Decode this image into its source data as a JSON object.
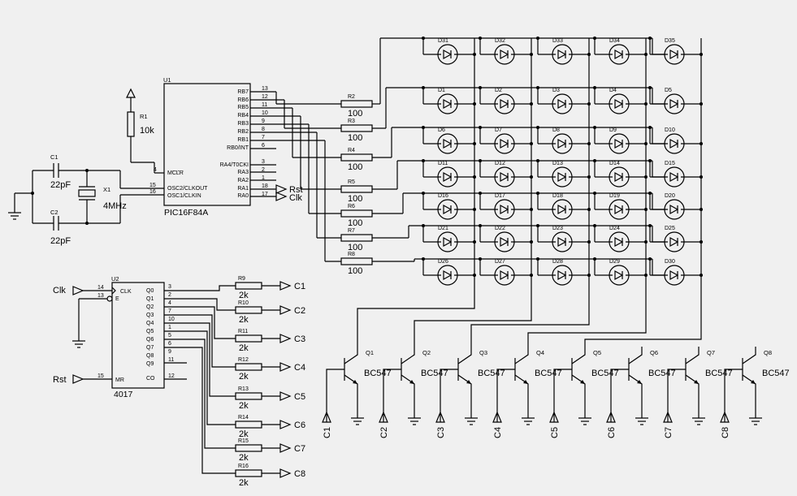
{
  "mcu": {
    "ref": "U1",
    "part": "PIC16F84A",
    "left_pins": [
      {
        "num": "4",
        "label": "MCLR"
      },
      {
        "num": "15",
        "label": "OSC2/CLKOUT"
      },
      {
        "num": "16",
        "label": "OSC1/CLKIN"
      }
    ],
    "right_pins": [
      {
        "num": "13",
        "label": "RB7"
      },
      {
        "num": "12",
        "label": "RB6"
      },
      {
        "num": "11",
        "label": "RB5"
      },
      {
        "num": "10",
        "label": "RB4"
      },
      {
        "num": "9",
        "label": "RB3"
      },
      {
        "num": "8",
        "label": "RB2"
      },
      {
        "num": "7",
        "label": "RB1"
      },
      {
        "num": "6",
        "label": "RB0/INT"
      },
      {
        "num": "3",
        "label": "RA4/T0CKI"
      },
      {
        "num": "2",
        "label": "RA3"
      },
      {
        "num": "1",
        "label": "RA2"
      },
      {
        "num": "18",
        "label": "RA1"
      },
      {
        "num": "17",
        "label": "RA0"
      }
    ],
    "outputs": [
      "Rst",
      "Clk"
    ]
  },
  "counter": {
    "ref": "U2",
    "part": "4017",
    "left_pins": [
      {
        "num": "14",
        "label": "CLK"
      },
      {
        "num": "13",
        "label": "E"
      },
      {
        "num": "15",
        "label": "MR"
      }
    ],
    "right_pins": [
      {
        "num": "3",
        "label": "Q0"
      },
      {
        "num": "2",
        "label": "Q1"
      },
      {
        "num": "4",
        "label": "Q2"
      },
      {
        "num": "7",
        "label": "Q3"
      },
      {
        "num": "10",
        "label": "Q4"
      },
      {
        "num": "1",
        "label": "Q5"
      },
      {
        "num": "5",
        "label": "Q6"
      },
      {
        "num": "6",
        "label": "Q7"
      },
      {
        "num": "9",
        "label": "Q8"
      },
      {
        "num": "11",
        "label": "Q9"
      },
      {
        "num": "12",
        "label": "CO"
      }
    ],
    "inputs": [
      "Clk",
      "Rst"
    ]
  },
  "r1": {
    "ref": "R1",
    "value": "10k"
  },
  "c1": {
    "ref": "C1",
    "value": "22pF"
  },
  "c2": {
    "ref": "C2",
    "value": "22pF"
  },
  "x1": {
    "ref": "X1",
    "value": "4MHz"
  },
  "row_resistors": [
    {
      "ref": "R2",
      "value": "100"
    },
    {
      "ref": "R3",
      "value": "100"
    },
    {
      "ref": "R4",
      "value": "100"
    },
    {
      "ref": "R5",
      "value": "100"
    },
    {
      "ref": "R6",
      "value": "100"
    },
    {
      "ref": "R7",
      "value": "100"
    },
    {
      "ref": "R8",
      "value": "100"
    }
  ],
  "col_resistors": [
    {
      "ref": "R9",
      "value": "2k",
      "out": "C1"
    },
    {
      "ref": "R10",
      "value": "2k",
      "out": "C2"
    },
    {
      "ref": "R11",
      "value": "2k",
      "out": "C3"
    },
    {
      "ref": "R12",
      "value": "2k",
      "out": "C4"
    },
    {
      "ref": "R13",
      "value": "2k",
      "out": "C5"
    },
    {
      "ref": "R14",
      "value": "2k",
      "out": "C6"
    },
    {
      "ref": "R15",
      "value": "2k",
      "out": "C7"
    },
    {
      "ref": "R16",
      "value": "2k",
      "out": "C8"
    }
  ],
  "led_rows": [
    [
      "D31",
      "D32",
      "D33",
      "D34",
      "D35"
    ],
    [
      "D1",
      "D2",
      "D3",
      "D4",
      "D5"
    ],
    [
      "D6",
      "D7",
      "D8",
      "D9",
      "D10"
    ],
    [
      "D11",
      "D12",
      "D13",
      "D14",
      "D15"
    ],
    [
      "D16",
      "D17",
      "D18",
      "D19",
      "D20"
    ],
    [
      "D21",
      "D22",
      "D23",
      "D24",
      "D25"
    ],
    [
      "D26",
      "D27",
      "D28",
      "D29",
      "D30"
    ]
  ],
  "transistors": [
    {
      "ref": "Q1",
      "part": "BC547",
      "base": "C1"
    },
    {
      "ref": "Q2",
      "part": "BC547",
      "base": "C2"
    },
    {
      "ref": "Q3",
      "part": "BC547",
      "base": "C3"
    },
    {
      "ref": "Q4",
      "part": "BC547",
      "base": "C4"
    },
    {
      "ref": "Q5",
      "part": "BC547",
      "base": "C5"
    },
    {
      "ref": "Q6",
      "part": "BC547",
      "base": "C6"
    },
    {
      "ref": "Q7",
      "part": "BC547",
      "base": "C7"
    },
    {
      "ref": "Q8",
      "part": "BC547",
      "base": "C8"
    }
  ]
}
